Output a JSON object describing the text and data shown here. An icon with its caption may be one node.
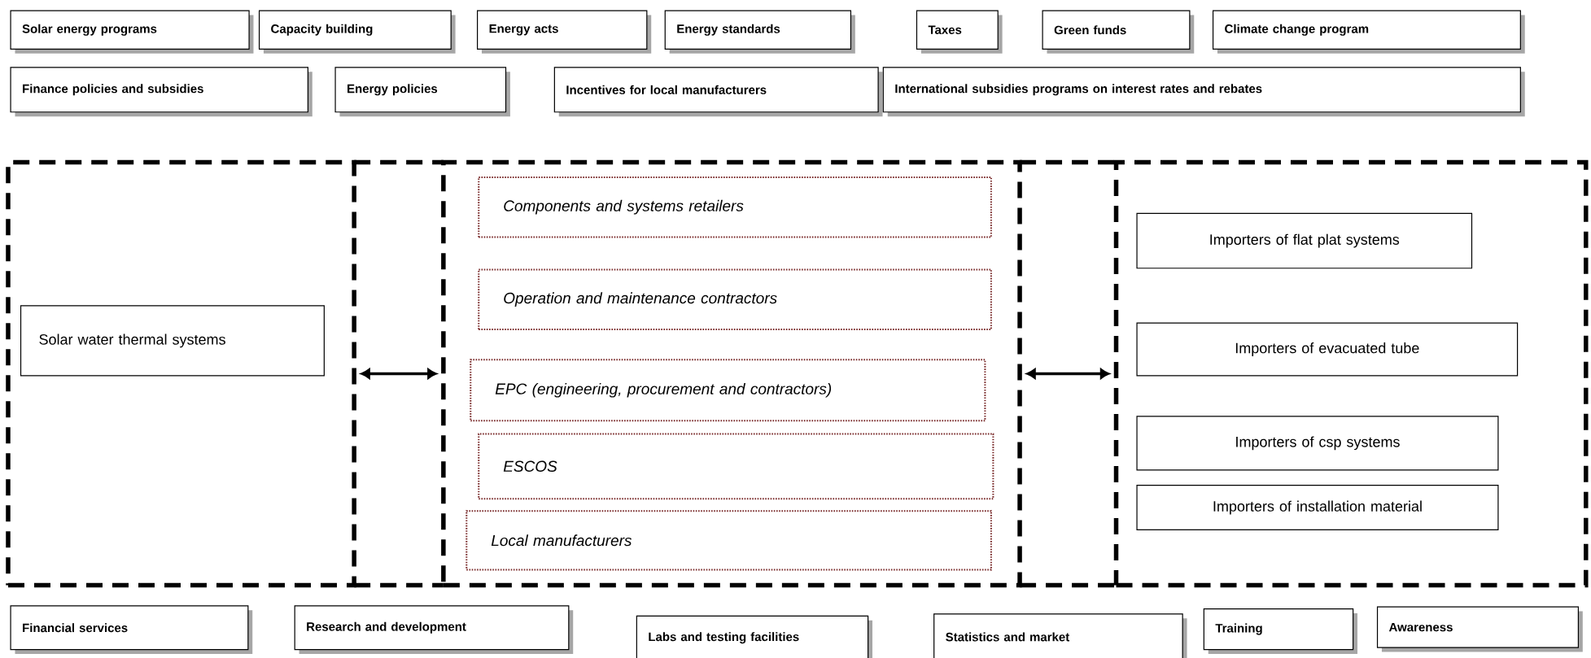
{
  "diagram": {
    "nodes": [
      {
        "text": [
          "Solar energy programs"
        ]
      },
      {
        "text": [
          "Capacity building"
        ]
      },
      {
        "text": [
          "Energy acts"
        ]
      },
      {
        "text": [
          "Energy standards"
        ]
      },
      {
        "text": [
          "Taxes"
        ]
      },
      {
        "text": [
          "Green funds"
        ]
      },
      {
        "text": [
          "Climate change program"
        ]
      },
      {
        "text": [
          "Finance policies and subsidies"
        ]
      },
      {
        "text": [
          "Energy policies"
        ]
      },
      {
        "text": [
          "Incentives for local manufacturers"
        ]
      },
      {
        "text": [
          "International subsidies programs on interest rates and rebates"
        ]
      },
      {
        "text": [],
        "shape": "box"
      },
      {
        "text": [
          "Solar water thermal systems"
        ],
        "in": 11
      },
      {
        "text": [],
        "shape": "box"
      },
      {
        "text": [
          "Components and systems retailers"
        ],
        "in": 13
      },
      {
        "text": [
          "Operation and maintenance contractors"
        ],
        "in": 13
      },
      {
        "text": [
          "EPC (engineering, procurement and contractors)"
        ],
        "in": 13
      },
      {
        "text": [
          "ESCOS"
        ],
        "in": 13
      },
      {
        "text": [
          "Local manufacturers"
        ],
        "in": 13
      },
      {
        "text": [],
        "shape": "box"
      },
      {
        "text": [
          "Importers of flat plat systems"
        ],
        "in": 19
      },
      {
        "text": [
          "Importers of evacuated tube"
        ],
        "in": 19
      },
      {
        "text": [
          "Importers of csp systems"
        ],
        "in": 19
      },
      {
        "text": [
          "Importers of installation material"
        ],
        "in": 19
      },
      {
        "text": [
          "Financial services"
        ]
      },
      {
        "text": [
          "Research and development"
        ]
      },
      {
        "text": [
          "Labs and testing facilities"
        ]
      },
      {
        "text": [
          "Statistics and market"
        ]
      },
      {
        "text": [
          "Training"
        ]
      },
      {
        "text": [
          "Awareness"
        ]
      }
    ],
    "edges": [
      {
        "from": 11,
        "to": 13,
        "arrow": "both"
      },
      {
        "from": 13,
        "to": 19,
        "arrow": "both"
      }
    ]
  }
}
